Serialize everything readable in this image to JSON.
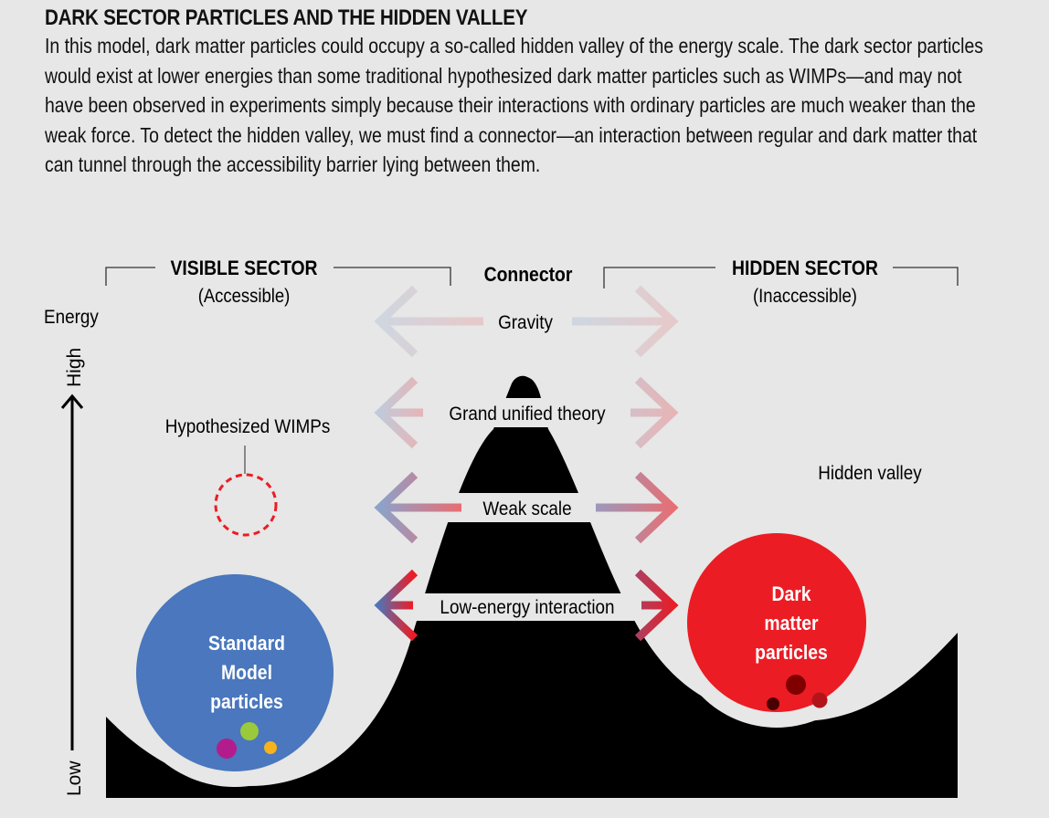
{
  "title": "DARK SECTOR PARTICLES AND THE HIDDEN VALLEY",
  "intro": "In this model, dark matter particles could occupy a so-called hidden valley of the energy scale. The dark sector particles would exist at lower energies than some traditional hypothesized dark matter particles such as WIMPs—and may not have been observed in experiments simply because their interactions with ordinary particles are much weaker than the weak force. To detect the hidden valley, we must find a connector—an interaction between regular and dark matter that can tunnel through the accessibility barrier lying between them.",
  "sectors": {
    "visible": {
      "title": "VISIBLE SECTOR",
      "subtitle": "(Accessible)"
    },
    "connector": {
      "title": "Connector"
    },
    "hidden": {
      "title": "HIDDEN SECTOR",
      "subtitle": "(Inaccessible)"
    }
  },
  "axis": {
    "label": "Energy",
    "high": "High",
    "low": "Low"
  },
  "connectors": [
    {
      "label": "Gravity",
      "strength": 0.15
    },
    {
      "label": "Grand unified theory",
      "strength": 0.25
    },
    {
      "label": "Weak scale",
      "strength": 0.6
    },
    {
      "label": "Low-energy interaction",
      "strength": 1.0
    }
  ],
  "wimps_label": "Hypothesized WIMPs",
  "hidden_valley_label": "Hidden valley",
  "standard_model": {
    "label_lines": [
      "Standard",
      "Model",
      "particles"
    ],
    "color": "#4a77bd",
    "particle_colors": [
      "#9bc93c",
      "#b31c8c",
      "#f7b21c"
    ]
  },
  "dark_matter": {
    "label_lines": [
      "Dark",
      "matter",
      "particles"
    ],
    "color": "#ec1c24",
    "particle_colors": [
      "#800000",
      "#4a0000",
      "#b3141a"
    ]
  },
  "colors": {
    "background": "#e6e7e6",
    "terrain": "#000000",
    "arrow_blue": "#4a77bd",
    "arrow_red": "#ec1c24",
    "wimp_dash": "#ec1c24"
  }
}
